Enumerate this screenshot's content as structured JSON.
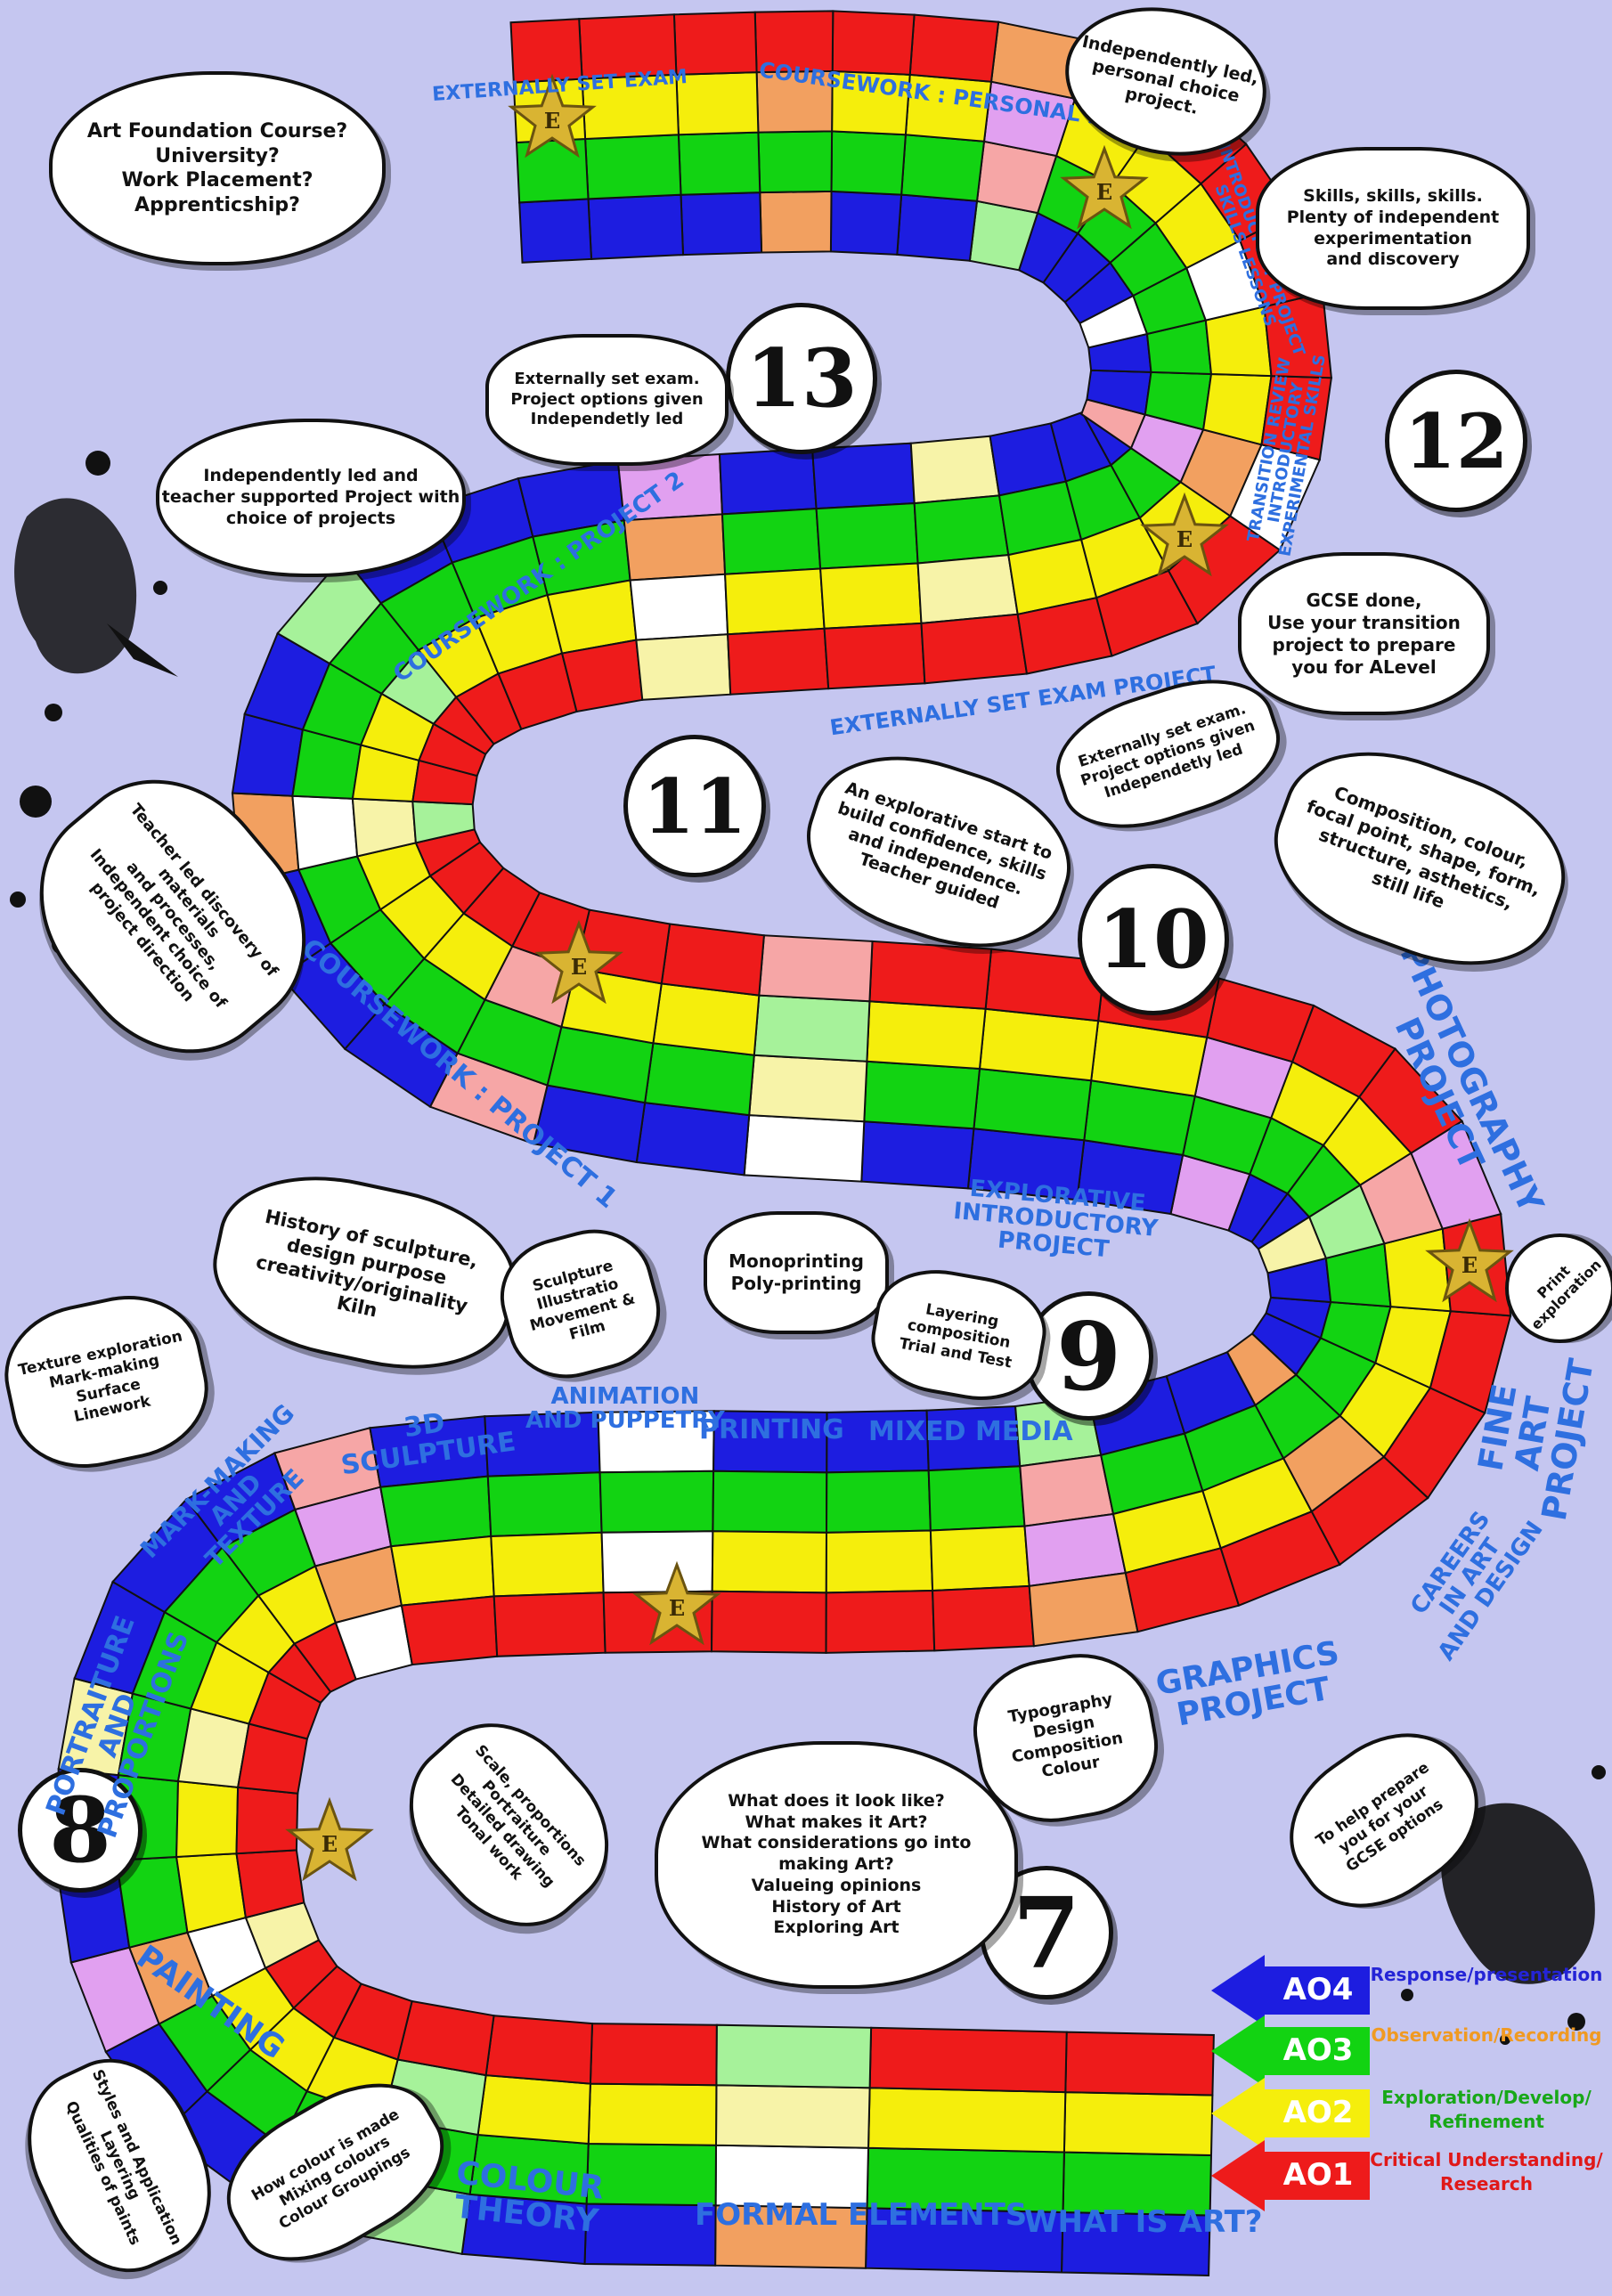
{
  "colors": {
    "background": "#c5c6f0",
    "label_blue": "#2e6fe0",
    "ao4_blue": "#1d1de0",
    "ao3_green": "#12d312",
    "ao2_yellow": "#f5ee0c",
    "ao1_red": "#ee1b1b",
    "key_ao4_text": "#2424d6",
    "key_ao3_text": "#f09a22",
    "key_ao2_text": "#18a818",
    "key_ao1_text": "#e01818"
  },
  "years": [
    {
      "id": "y7",
      "label": "7"
    },
    {
      "id": "y8",
      "label": "8"
    },
    {
      "id": "y9",
      "label": "9"
    },
    {
      "id": "y10",
      "label": "10"
    },
    {
      "id": "y11",
      "label": "11"
    },
    {
      "id": "y12",
      "label": "12"
    },
    {
      "id": "y13",
      "label": "13"
    }
  ],
  "path_labels": {
    "what_is_art": "WHAT IS ART?",
    "formal_elements": "FORMAL ELEMENTS",
    "colour_theory": "COLOUR\nTHEORY",
    "painting": "PAINTING",
    "portraiture": "PORTRAITURE\nAND\nPROPORTIONS",
    "mark_making": "MARK-MAKING\nAND\nTEXTURE",
    "sculpture": "3D\nSCULPTURE",
    "animation": "ANIMATION\nAND PUPPETRY",
    "printing": "PRINTING",
    "mixed_media": "MIXED MEDIA",
    "graphics": "GRAPHICS\nPROJECT",
    "careers": "CAREERS\nIN ART\nAND DESIGN",
    "fine_art": "FINE ART\nPROJECT",
    "photography": "PHOTOGRAPHY\nPROJECT",
    "explorative": "EXPLORATIVE\nINTRODUCTORY\nPROJECT",
    "coursework_1": "COURSEWORK : PROJECT 1",
    "coursework_2": "COURSEWORK : PROJECT 2",
    "externally_set_exam_project": "EXTERNALLY SET EXAM PROJECT",
    "transition": "TRANSITION REVIEW\nINTRODUCTORY\nEXPERIMENTAL SKILLS",
    "intro_project": "INTRODUCTORY PROJECT\nSKILLS LESSONS",
    "coursework_personal": "COURSEWORK : PERSONAL PROJECT",
    "externally_set_exam": "EXTERNALLY SET EXAM"
  },
  "bubbles": {
    "future": "Art Foundation Course?\nUniversity?\nWork Placement?\nApprenticship?",
    "personal_choice": "Independently led,\npersonal choice\nproject.",
    "skills": "Skills, skills, skills.\nPlenty of independent\nexperimentation\nand discovery",
    "exam13": "Externally set exam.\nProject options given\nIndependetly led",
    "project2": "Independently led and\nteacher supported Project with\nchoice of projects",
    "gcse_done": "GCSE done,\nUse your transition\nproject to prepare\nyou for ALevel",
    "exam11": "Externally set exam.\nProject options given\nIndependetly led",
    "explorative_start": "An explorative start to\nbuild confidence, skills\nand independence.\nTeacher guided",
    "composition": "Composition, colour,\nfocal point, shape, form,\nstructure, asthetics,\nstill life",
    "teacher_led": "Teacher led discovery of\nmaterials\nand processes,\nIndependent choice of\nproject direction",
    "sculpture_bubble": "History of sculpture,\ndesign purpose\ncreativity/originality\nKiln",
    "animation_bubble": "Sculpture\nIllustratio\nMovement & Film",
    "printing_bubble": "Monoprinting\nPoly-printing",
    "mixed_media_bubble": "Layering\ncomposition\nTrial and Test",
    "print_exploration": "Print\nexploration",
    "texture_bubble": "Texture exploration\nMark-making\nSurface\nLinework",
    "typography": "Typography\nDesign\nComposition\nColour",
    "what_is_art_bubble": "What does it look like?\nWhat makes it Art?\nWhat considerations go into\nmaking Art?\nValueing opinions\nHistory of Art\nExploring Art",
    "gcse_options": "To help prepare\nyou for your\nGCSE options",
    "scale_bubble": "Scale, proportions\nPortraiture\nDetailed drawing\nTonal work",
    "styles_bubble": "Styles and Application\nLayering\nQualities of paints",
    "colour_bubble": "How colour is made\nMixing colours\nColour Groupings"
  },
  "star_letter": "E",
  "key": [
    {
      "code": "AO4",
      "desc": "Response/presentation"
    },
    {
      "code": "AO3",
      "desc": "Observation/Recording"
    },
    {
      "code": "AO2",
      "desc": "Exploration/Develop/\nRefinement"
    },
    {
      "code": "AO1",
      "desc": "Critical Understanding/\nResearch"
    }
  ]
}
